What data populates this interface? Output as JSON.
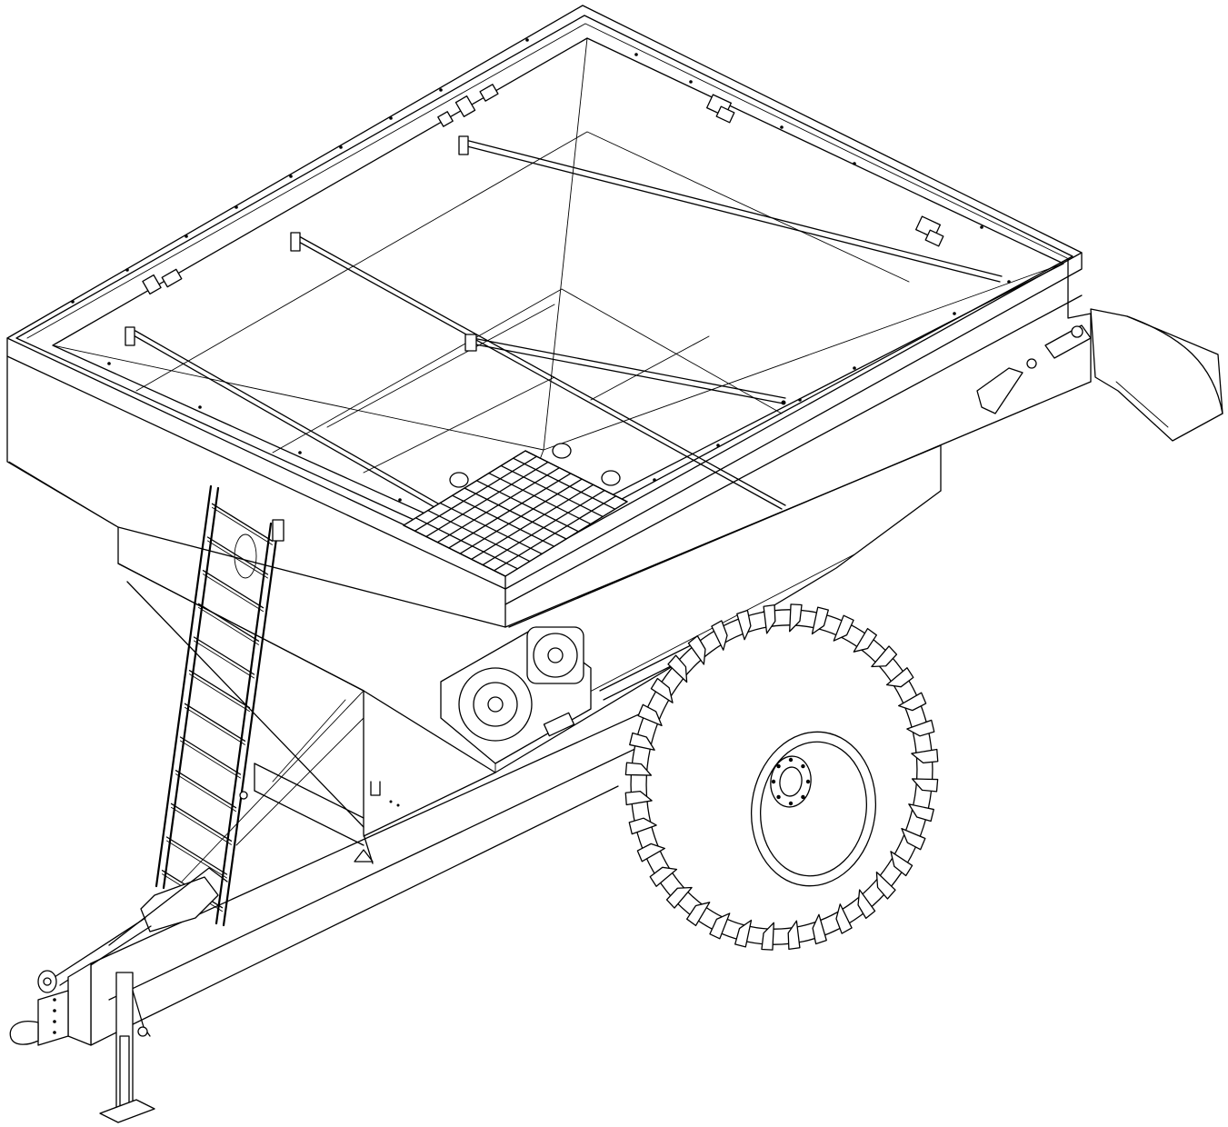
{
  "figure": {
    "subject": "grain-cart-isometric-line-drawing",
    "line_color": "#000000",
    "background_color": "#ffffff",
    "parts": [
      "hopper-body",
      "top-rim-extension",
      "cross-brace-rods",
      "center-screen-grate",
      "side-ladder",
      "auger-tube-and-spout",
      "auger-gearbox-hub",
      "tire-and-wheel",
      "main-frame-beams",
      "pto-driveline",
      "hitch-clevis",
      "jack-stand"
    ]
  }
}
